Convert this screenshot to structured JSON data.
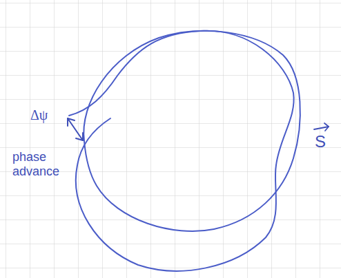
{
  "diagram": {
    "labels": [
      "Δψ",
      "phase advance",
      "S"
    ]
  }
}
